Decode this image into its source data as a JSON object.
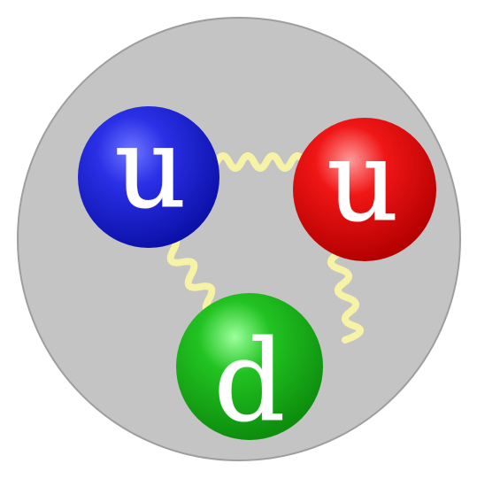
{
  "diagram": {
    "quarks": [
      {
        "label": "u",
        "color": "blue",
        "fill": "#1a22d0"
      },
      {
        "label": "u",
        "color": "red",
        "fill": "#e30c0c"
      },
      {
        "label": "d",
        "color": "green",
        "fill": "#18b418"
      }
    ],
    "gluon_color": "#f6f2a6",
    "background_color": "#c4c4c4"
  }
}
